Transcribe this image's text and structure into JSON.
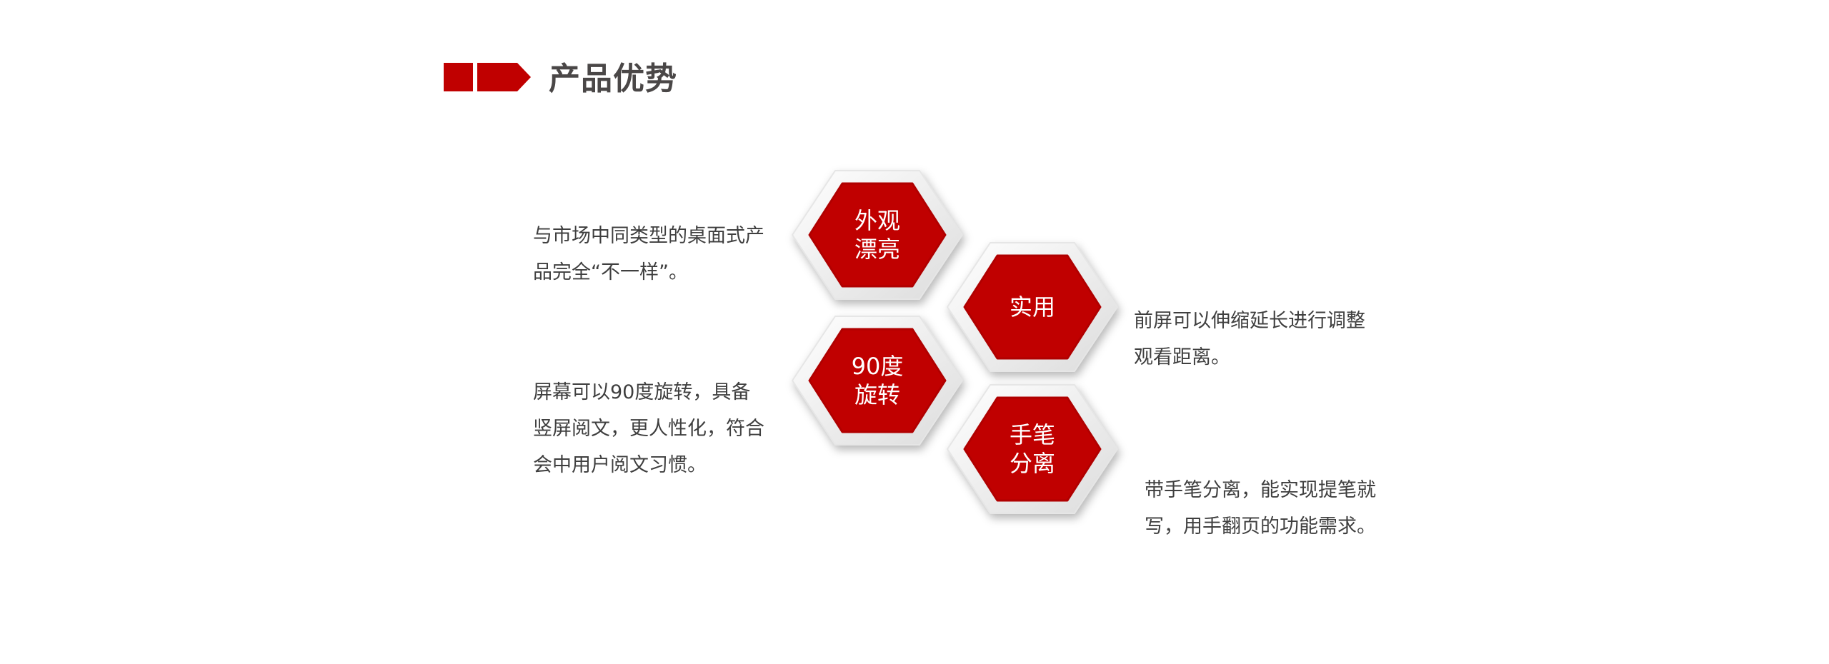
{
  "header": {
    "title": "产品优势"
  },
  "colors": {
    "accent": "#c00000",
    "title": "#4a4747",
    "text": "#3f3f3f"
  },
  "features": [
    {
      "label_lines": [
        "外观",
        "漂亮"
      ],
      "desc_lines": [
        "与市场中同类型的桌面式产",
        "品完全“不一样”。"
      ]
    },
    {
      "label_lines": [
        "实用"
      ],
      "desc_lines": [
        "前屏可以伸缩延长进行调整",
        "观看距离。"
      ]
    },
    {
      "label_lines": [
        "90度",
        "旋转"
      ],
      "desc_lines": [
        "屏幕可以90度旋转，具备",
        "竖屏阅文，更人性化，符合",
        "会中用户阅文习惯。"
      ]
    },
    {
      "label_lines": [
        "手笔",
        "分离"
      ],
      "desc_lines": [
        "带手笔分离，能实现提笔就",
        "写，用手翻页的功能需求。"
      ]
    }
  ]
}
